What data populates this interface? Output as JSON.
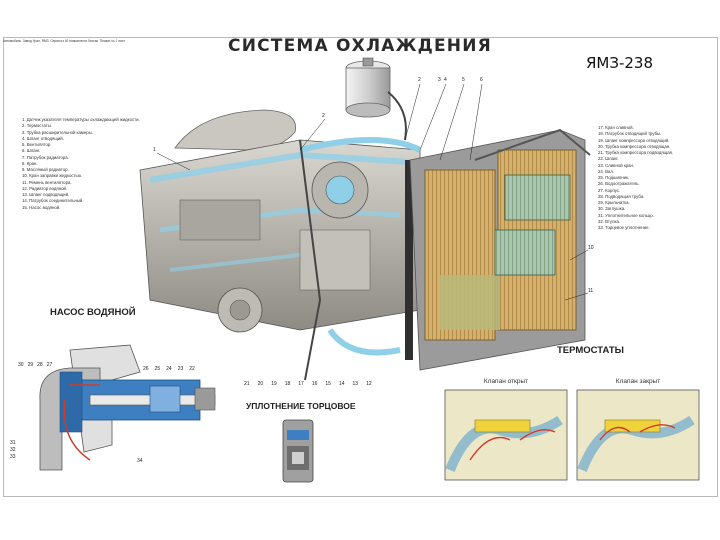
{
  "header": {
    "caption": "Автомобиль. Завод Урал. ЯМЗ. Серия из 40 плакатов на Листах. Плакат № 1 лист"
  },
  "title": "СИСТЕМА ОХЛАЖДЕНИЯ",
  "model": "ЯМЗ-238",
  "legend_left": [
    "1. Датчик указателя температуры охлаждающей жидкости.",
    "2. Термостаты.",
    "3. Трубка расширительной камеры.",
    "4. Шланг отводящий.",
    "5. Вентилятор.",
    "6. Шланг.",
    "7. Патрубок радиатора.",
    "8. Кран.",
    "9. Масляный радиатор.",
    "10. Кран заправки жидкостью.",
    "11. Ремень вентилятора.",
    "12. Радиатор водяной.",
    "13. Шланг подводящий.",
    "14. Патрубок соединительный.",
    "15. Насос водяной."
  ],
  "legend_right": [
    "17. Кран сливной.",
    "18. Патрубок отводящей трубы.",
    "19. Шланг компрессора отводящий.",
    "20. Трубка компрессора отводящая.",
    "21. Трубка компрессора подводящая.",
    "22. Шланг.",
    "23. Сливной кран.",
    "24. Вал.",
    "25. Подшипник.",
    "26. Водоотражатель.",
    "27. Корпус.",
    "28. Подводящая труба.",
    "29. Крыльчатка.",
    "30. Заглушка.",
    "31. Уплотнительное кольцо.",
    "32. Втулка.",
    "33. Торцевое уплотнение."
  ],
  "section_labels": {
    "pump": "НАСОС ВОДЯНОЙ",
    "thermostats": "ТЕРМОСТАТЫ",
    "valve_open": "Клапан открыт",
    "valve_closed": "Клапан закрыт",
    "seal": "УПЛОТНЕНИЕ ТОРЦОВОЕ"
  },
  "callouts_top": [
    "2",
    "3",
    "4",
    "5",
    "6"
  ],
  "callouts_left": [
    "1",
    "2"
  ],
  "callouts_bottom": [
    "21",
    "20",
    "19",
    "18",
    "17",
    "16",
    "15",
    "14",
    "13",
    "12"
  ],
  "callouts_right": [
    "10",
    "11"
  ],
  "callouts_pump": [
    "30",
    "29",
    "28",
    "27",
    "26",
    "25",
    "24",
    "23",
    "22",
    "31",
    "32",
    "33",
    "34"
  ],
  "colors": {
    "coolant": "#8fd0e8",
    "engine_block": "#b9b7ad",
    "radiator_core": "#d8b26a",
    "oil_cooler": "#9fbfa0",
    "pump_blue": "#3d7fc0",
    "flow_red": "#d23a2a",
    "thermostat_yellow": "#f0d33a"
  }
}
